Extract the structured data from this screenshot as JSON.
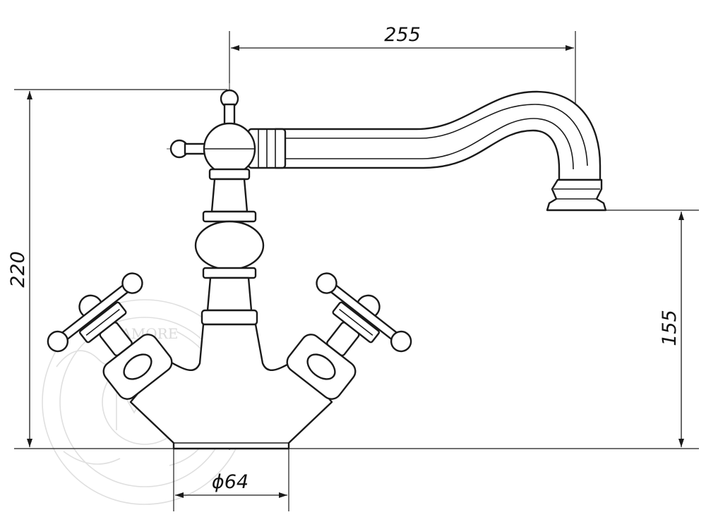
{
  "drawing": {
    "subject": "",
    "dimensions": {
      "spout_reach": "255",
      "total_height": "220",
      "spout_height": "155",
      "base_diameter": "ϕ64"
    },
    "watermark_text": "SAMORE",
    "colors": {
      "line": "#1a1a1a",
      "centerline": "#555555",
      "watermark": "#dcdcdc",
      "background": "#ffffff"
    }
  }
}
